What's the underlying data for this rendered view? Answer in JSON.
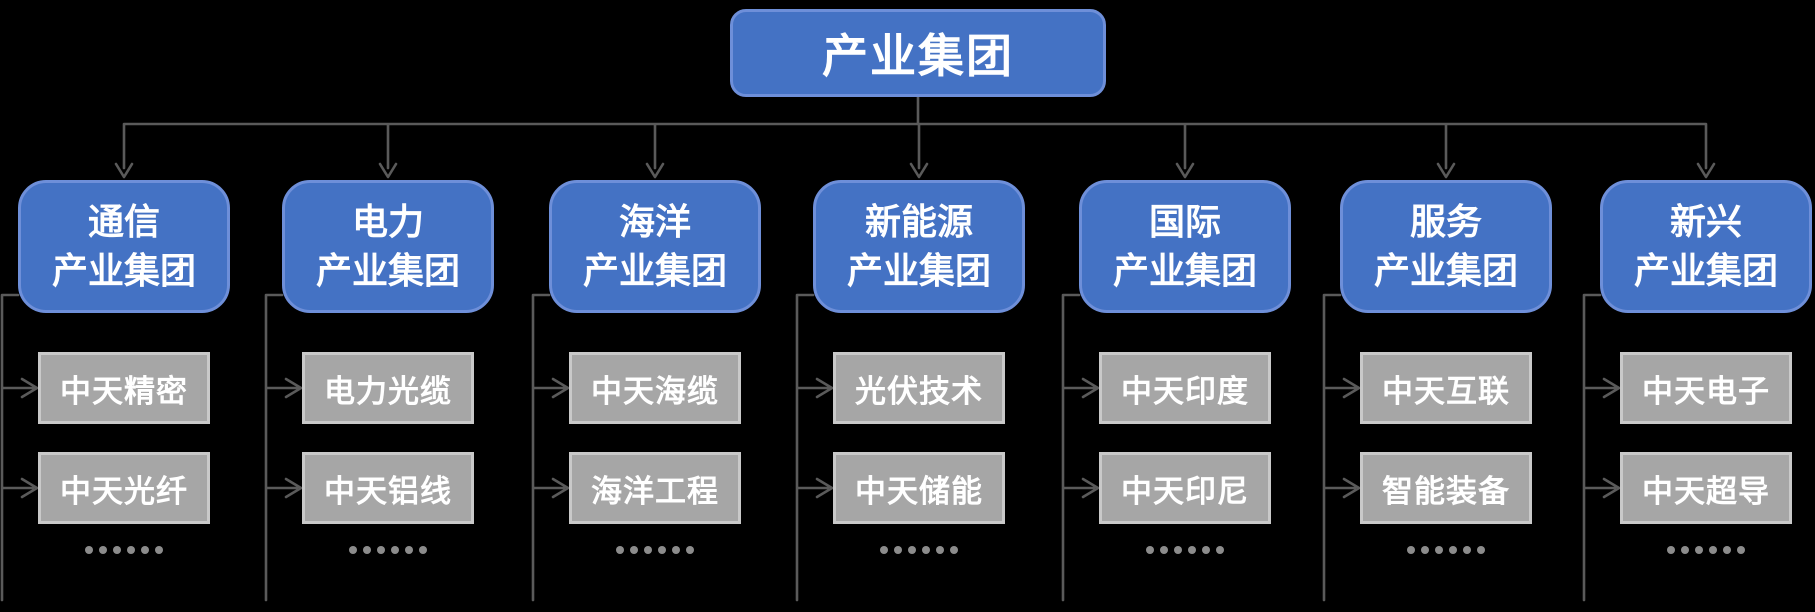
{
  "background": "#000000",
  "colors": {
    "box_blue": "#4472C4",
    "box_blue_border": "#6E8FD9",
    "box_gray": "#A6A6A6",
    "box_gray_border": "#C9C9C9",
    "line": "#5A5A5A",
    "text": "#FFFFFF",
    "dots": "#8C8C8C"
  },
  "root": {
    "label": "产业集团"
  },
  "groups": [
    {
      "title_lines": [
        "通信",
        "产业集团"
      ],
      "subsidiaries": [
        "中天精密",
        "中天光纤"
      ],
      "ellipsis": "……"
    },
    {
      "title_lines": [
        "电力",
        "产业集团"
      ],
      "subsidiaries": [
        "电力光缆",
        "中天铝线"
      ],
      "ellipsis": "……"
    },
    {
      "title_lines": [
        "海洋",
        "产业集团"
      ],
      "subsidiaries": [
        "中天海缆",
        "海洋工程"
      ],
      "ellipsis": "……"
    },
    {
      "title_lines": [
        "新能源",
        "产业集团"
      ],
      "subsidiaries": [
        "光伏技术",
        "中天储能"
      ],
      "ellipsis": "……"
    },
    {
      "title_lines": [
        "国际",
        "产业集团"
      ],
      "subsidiaries": [
        "中天印度",
        "中天印尼"
      ],
      "ellipsis": "……"
    },
    {
      "title_lines": [
        "服务",
        "产业集团"
      ],
      "subsidiaries": [
        "中天互联",
        "智能装备"
      ],
      "ellipsis": "……"
    },
    {
      "title_lines": [
        "新兴",
        "产业集团"
      ],
      "subsidiaries": [
        "中天电子",
        "中天超导"
      ],
      "ellipsis": "……"
    }
  ]
}
